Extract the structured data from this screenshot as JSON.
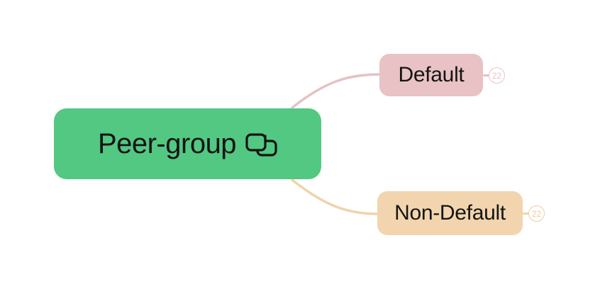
{
  "canvas": {
    "background_color": "#ffffff"
  },
  "mindmap": {
    "root": {
      "label": "Peer-group",
      "fill": "#52c882",
      "text_color": "#141414",
      "icon": "link-icon"
    },
    "children": [
      {
        "label": "Default",
        "fill": "#e8c2c4",
        "text_color": "#141414",
        "count_badge": "22",
        "badge_color": "#e7c3c5",
        "connector_color": "#e4c2c4"
      },
      {
        "label": "Non-Default",
        "fill": "#f2d5ae",
        "text_color": "#141414",
        "count_badge": "22",
        "badge_color": "#eccda1",
        "connector_color": "#f0d3aa"
      }
    ]
  }
}
